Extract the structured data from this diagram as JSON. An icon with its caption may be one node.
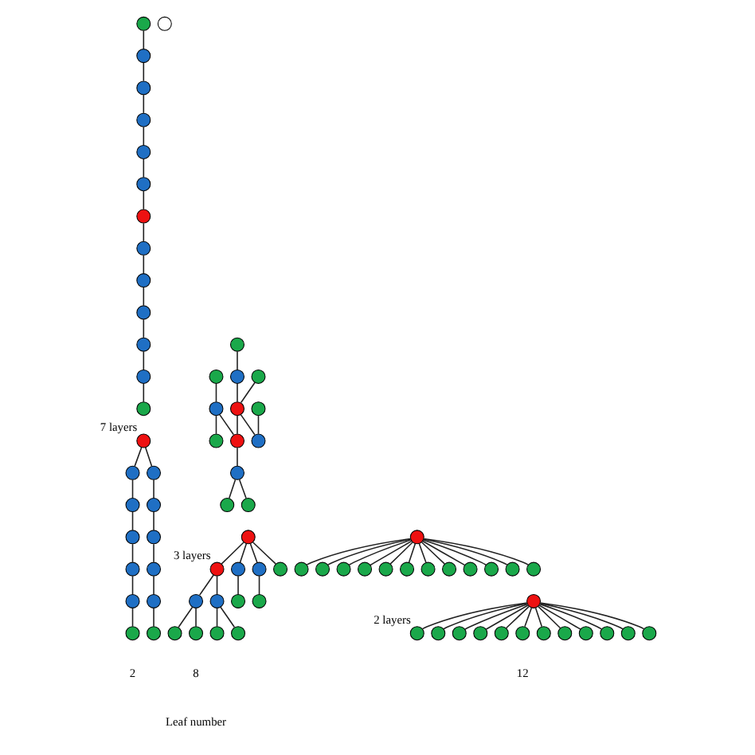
{
  "diagram": {
    "nodes": [
      {
        "text": [],
        "shape": "circle"
      },
      {
        "text": [],
        "shape": "circle"
      },
      {
        "text": [],
        "shape": "circle"
      },
      {
        "text": [],
        "shape": "circle"
      },
      {
        "text": [],
        "shape": "circle"
      },
      {
        "text": [],
        "shape": "circle"
      },
      {
        "text": [],
        "shape": "circle"
      },
      {
        "text": [],
        "shape": "circle"
      },
      {
        "text": [],
        "shape": "circle"
      },
      {
        "text": [],
        "shape": "circle"
      },
      {
        "text": [],
        "shape": "circle"
      },
      {
        "text": [],
        "shape": "circle"
      },
      {
        "text": [],
        "shape": "circle"
      },
      {
        "text": [],
        "shape": "circle"
      },
      {
        "text": [],
        "shape": "circle"
      },
      {
        "text": [],
        "shape": "circle"
      },
      {
        "text": [],
        "shape": "circle"
      },
      {
        "text": [],
        "shape": "circle"
      },
      {
        "text": [],
        "shape": "circle"
      },
      {
        "text": [],
        "shape": "circle"
      },
      {
        "text": [],
        "shape": "circle"
      },
      {
        "text": [],
        "shape": "circle"
      },
      {
        "text": [],
        "shape": "circle"
      },
      {
        "text": [],
        "shape": "circle"
      },
      {
        "text": [],
        "shape": "circle"
      },
      {
        "text": [],
        "shape": "circle"
      },
      {
        "text": [],
        "shape": "circle"
      },
      {
        "text": [],
        "shape": "circle"
      },
      {
        "text": [],
        "shape": "circle"
      },
      {
        "text": [],
        "shape": "circle"
      },
      {
        "text": [],
        "shape": "circle"
      },
      {
        "text": [],
        "shape": "circle"
      },
      {
        "text": [],
        "shape": "circle"
      },
      {
        "text": [],
        "shape": "circle"
      },
      {
        "text": [],
        "shape": "circle"
      },
      {
        "text": [],
        "shape": "circle"
      },
      {
        "text": [],
        "shape": "circle"
      },
      {
        "text": [],
        "shape": "circle"
      },
      {
        "text": [],
        "shape": "circle"
      },
      {
        "text": [],
        "shape": "circle",
        "beside": [
          "7 layers"
        ]
      },
      {
        "text": [],
        "shape": "circle"
      },
      {
        "text": [],
        "shape": "circle"
      },
      {
        "text": [],
        "shape": "circle"
      },
      {
        "text": [],
        "shape": "circle"
      },
      {
        "text": [],
        "shape": "circle"
      },
      {
        "text": [],
        "shape": "circle"
      },
      {
        "text": [],
        "shape": "circle"
      },
      {
        "text": [],
        "shape": "circle"
      },
      {
        "text": [],
        "shape": "circle"
      },
      {
        "text": [],
        "shape": "circle"
      },
      {
        "text": [],
        "shape": "circle"
      },
      {
        "text": [],
        "shape": "circle"
      },
      {
        "text": [],
        "shape": "circle"
      },
      {
        "text": [],
        "shape": "circle",
        "beside": [
          "3 layers"
        ]
      },
      {
        "text": [],
        "shape": "circle"
      },
      {
        "text": [],
        "shape": "circle"
      },
      {
        "text": [],
        "shape": "circle"
      },
      {
        "text": [],
        "shape": "circle"
      },
      {
        "text": [],
        "shape": "circle"
      },
      {
        "text": [],
        "shape": "circle"
      },
      {
        "text": [],
        "shape": "circle"
      },
      {
        "text": [],
        "shape": "circle"
      },
      {
        "text": [],
        "shape": "circle"
      },
      {
        "text": [],
        "shape": "circle"
      },
      {
        "text": [],
        "shape": "circle"
      },
      {
        "text": [],
        "shape": "circle"
      },
      {
        "text": [],
        "shape": "circle",
        "beside": [
          "2 layers"
        ]
      },
      {
        "text": [],
        "shape": "circle"
      },
      {
        "text": [],
        "shape": "circle"
      },
      {
        "text": [],
        "shape": "circle"
      },
      {
        "text": [],
        "shape": "circle"
      },
      {
        "text": [],
        "shape": "circle"
      },
      {
        "text": [],
        "shape": "circle"
      },
      {
        "text": [],
        "shape": "circle"
      },
      {
        "text": [],
        "shape": "circle"
      },
      {
        "text": [],
        "shape": "circle"
      },
      {
        "text": [],
        "shape": "circle"
      },
      {
        "text": [],
        "shape": "circle"
      },
      {
        "text": [],
        "shape": "circle"
      }
    ],
    "edges": [
      {
        "from": 0,
        "to": 1,
        "arrow": "none"
      },
      {
        "from": 1,
        "to": 2,
        "arrow": "none"
      },
      {
        "from": 2,
        "to": 3,
        "arrow": "none"
      },
      {
        "from": 3,
        "to": 4,
        "arrow": "none"
      },
      {
        "from": 4,
        "to": 5,
        "arrow": "none"
      },
      {
        "from": 5,
        "to": 6,
        "arrow": "none"
      },
      {
        "from": 6,
        "to": 7,
        "arrow": "none"
      },
      {
        "from": 7,
        "to": 8,
        "arrow": "none"
      },
      {
        "from": 8,
        "to": 9,
        "arrow": "none"
      },
      {
        "from": 9,
        "to": 10,
        "arrow": "none"
      },
      {
        "from": 10,
        "to": 11,
        "arrow": "none"
      },
      {
        "from": 11,
        "to": 12,
        "arrow": "none"
      },
      {
        "from": 13,
        "to": 16,
        "arrow": "none"
      },
      {
        "from": 14,
        "to": 15,
        "arrow": "none"
      },
      {
        "from": 16,
        "to": 17,
        "arrow": "none"
      },
      {
        "from": 15,
        "to": 19,
        "arrow": "none"
      },
      {
        "from": 16,
        "to": 20,
        "arrow": "none"
      },
      {
        "from": 18,
        "to": 19,
        "arrow": "none"
      },
      {
        "from": 19,
        "to": 20,
        "arrow": "none"
      },
      {
        "from": 19,
        "to": 22,
        "arrow": "none"
      },
      {
        "from": 20,
        "to": 23,
        "arrow": "none"
      },
      {
        "from": 21,
        "to": 22,
        "arrow": "none"
      },
      {
        "from": 23,
        "to": 24,
        "arrow": "none"
      },
      {
        "from": 23,
        "to": 25,
        "arrow": "none"
      },
      {
        "from": 26,
        "to": 27,
        "arrow": "none"
      },
      {
        "from": 26,
        "to": 28,
        "arrow": "none"
      },
      {
        "from": 26,
        "to": 29,
        "arrow": "none"
      },
      {
        "from": 26,
        "to": 30,
        "arrow": "none"
      },
      {
        "from": 26,
        "to": 31,
        "arrow": "none"
      },
      {
        "from": 26,
        "to": 32,
        "arrow": "none"
      },
      {
        "from": 26,
        "to": 33,
        "arrow": "none"
      },
      {
        "from": 26,
        "to": 34,
        "arrow": "none"
      },
      {
        "from": 26,
        "to": 35,
        "arrow": "none"
      },
      {
        "from": 26,
        "to": 36,
        "arrow": "none"
      },
      {
        "from": 26,
        "to": 37,
        "arrow": "none"
      },
      {
        "from": 26,
        "to": 38,
        "arrow": "none"
      },
      {
        "from": 39,
        "to": 40,
        "arrow": "none"
      },
      {
        "from": 40,
        "to": 41,
        "arrow": "none"
      },
      {
        "from": 41,
        "to": 42,
        "arrow": "none"
      },
      {
        "from": 42,
        "to": 43,
        "arrow": "none"
      },
      {
        "from": 43,
        "to": 44,
        "arrow": "none"
      },
      {
        "from": 44,
        "to": 45,
        "arrow": "none"
      },
      {
        "from": 39,
        "to": 46,
        "arrow": "none"
      },
      {
        "from": 46,
        "to": 47,
        "arrow": "none"
      },
      {
        "from": 47,
        "to": 48,
        "arrow": "none"
      },
      {
        "from": 48,
        "to": 49,
        "arrow": "none"
      },
      {
        "from": 49,
        "to": 50,
        "arrow": "none"
      },
      {
        "from": 50,
        "to": 51,
        "arrow": "none"
      },
      {
        "from": 52,
        "to": 53,
        "arrow": "none"
      },
      {
        "from": 52,
        "to": 54,
        "arrow": "none"
      },
      {
        "from": 52,
        "to": 55,
        "arrow": "none"
      },
      {
        "from": 52,
        "to": 56,
        "arrow": "none"
      },
      {
        "from": 53,
        "to": 57,
        "arrow": "none"
      },
      {
        "from": 53,
        "to": 58,
        "arrow": "none"
      },
      {
        "from": 54,
        "to": 59,
        "arrow": "none"
      },
      {
        "from": 55,
        "to": 60,
        "arrow": "none"
      },
      {
        "from": 57,
        "to": 61,
        "arrow": "none"
      },
      {
        "from": 57,
        "to": 62,
        "arrow": "none"
      },
      {
        "from": 58,
        "to": 63,
        "arrow": "none"
      },
      {
        "from": 58,
        "to": 64,
        "arrow": "none"
      },
      {
        "from": 65,
        "to": 66,
        "arrow": "none"
      },
      {
        "from": 65,
        "to": 67,
        "arrow": "none"
      },
      {
        "from": 65,
        "to": 68,
        "arrow": "none"
      },
      {
        "from": 65,
        "to": 69,
        "arrow": "none"
      },
      {
        "from": 65,
        "to": 70,
        "arrow": "none"
      },
      {
        "from": 65,
        "to": 71,
        "arrow": "none"
      },
      {
        "from": 65,
        "to": 72,
        "arrow": "none"
      },
      {
        "from": 65,
        "to": 73,
        "arrow": "none"
      },
      {
        "from": 65,
        "to": 74,
        "arrow": "none"
      },
      {
        "from": 65,
        "to": 75,
        "arrow": "none"
      },
      {
        "from": 65,
        "to": 76,
        "arrow": "none"
      },
      {
        "from": 65,
        "to": 77,
        "arrow": "none"
      }
    ],
    "labels": [
      "2",
      "8",
      "12",
      "Leaf number"
    ]
  }
}
